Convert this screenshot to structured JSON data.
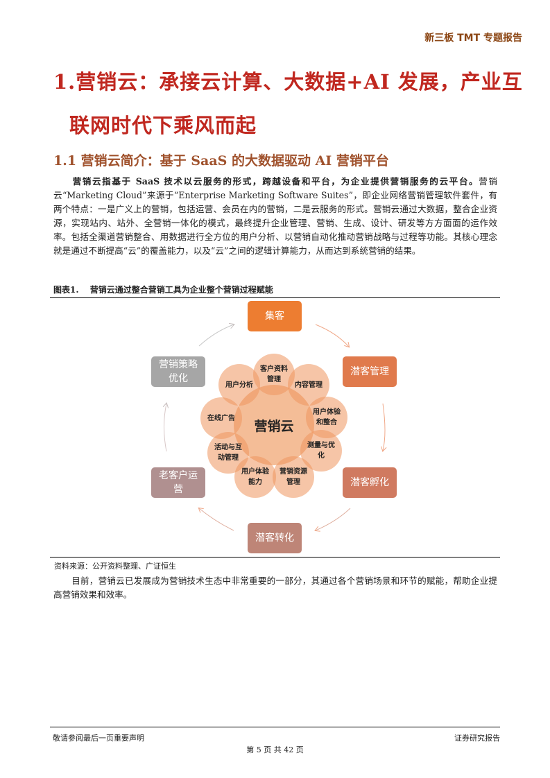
{
  "header": {
    "report_tag": "新三板 TMT 专题报告"
  },
  "heading1": {
    "line1": "1.营销云：承接云计算、大数据+AI 发展，产业互",
    "line2": "联网时代下乘风而起"
  },
  "heading2": "1.1 营销云简介：基于 SaaS 的大数据驱动 AI 营销平台",
  "paragraph1": {
    "bold": "营销云指基于 SaaS 技术以云服务的形式，跨越设备和平台，为企业提供营销服务的云平台。",
    "rest": "营销云“Marketing Cloud”来源于“Enterprise Marketing Software Suites”，即企业网络营销管理软件套件，有两个特点：一是广义上的营销，包括运营、会员在内的营销，二是云服务的形式。营销云通过大数据，整合企业资源，实现站内、站外、全营销一体化的模式，最终提升企业管理、营销、生成、设计、研发等方方面面的运作效率。包括全渠道营销整合、用数据进行全方位的用户分析、以营销自动化推动营销战略与过程等功能。其核心理念就是通过不断提高“云”的覆盖能力，以及“云”之间的逻辑计算能力，从而达到系统营销的结果。"
  },
  "figure": {
    "caption": "图表1.　 营销云通过整合营销工具为企业整个营销过程赋能",
    "center": "营销云",
    "cycle": [
      {
        "label": "集客",
        "color": "#ED7D31"
      },
      {
        "label": "潜客管理",
        "color": "#E07A4C"
      },
      {
        "label": "潜客孵化",
        "color": "#D07A60"
      },
      {
        "label": "潜客转化",
        "color": "#BE8577"
      },
      {
        "label": "老客户运营",
        "color": "#B09090"
      },
      {
        "label": "营销策略优化",
        "color": "#A6A6A6"
      }
    ],
    "modules": [
      "客户资料管理",
      "内容管理",
      "用户体验和整合",
      "测量与优化",
      "营销资源管理",
      "用户体验能力",
      "活动与互动管理",
      "在线广告",
      "用户分析"
    ],
    "source": "资料来源：公开资料整理、广证恒生"
  },
  "paragraph2": "目前，营销云已发展成为营销技术生态中非常重要的一部分，其通过各个营销场景和环节的赋能，帮助企业提高营销效果和效率。",
  "footer": {
    "disclaimer": "敬请参阅最后一页重要声明",
    "type": "证券研究报告",
    "page": "第 5 页 共 42 页"
  }
}
